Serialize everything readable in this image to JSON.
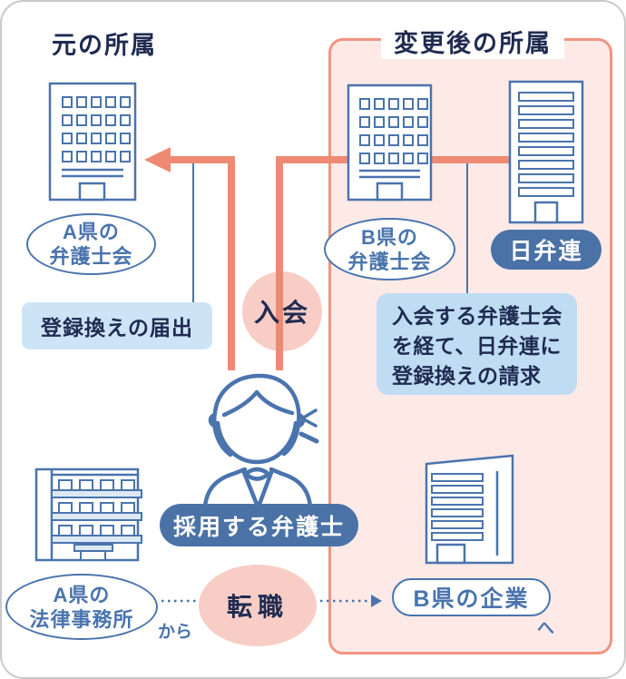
{
  "card": {
    "headings": {
      "original": "元の所属",
      "after": "変更後の所属"
    },
    "left": {
      "a_bar_label": {
        "line1": "A県の",
        "line2": "弁護士会"
      },
      "notification_box": "登録換えの届出",
      "a_office_label": {
        "line1": "A県の",
        "line2": "法律事務所"
      },
      "from_suffix": "から"
    },
    "center": {
      "join_badge": "入会",
      "lawyer_badge": "採用する弁護士",
      "job_change_badge": "転職"
    },
    "right": {
      "b_bar_label": {
        "line1": "B県の",
        "line2": "弁護士会"
      },
      "nichibenren_badge": "日弁連",
      "request_box": {
        "line1": "入会する弁護士会",
        "line2": "を経て、日弁連に",
        "line3": "登録換えの請求"
      },
      "b_company_label": "B県の企業",
      "to_suffix": "へ"
    },
    "colors": {
      "navy_text": "#1f2b50",
      "blue_outline": "#4a74ad",
      "steel_badge_fill": "#4a72a6",
      "salmon_arrow": "#ee8a74",
      "panel_border": "#f2947f",
      "panel_fill": "#fdeae7",
      "pink_badge_fill": "#f8cdc6",
      "light_blue_box": "#cde4f7",
      "light_blue_box_2": "#bfdcf3"
    },
    "icons": [
      "office-building-a-icon",
      "office-building-b-icon",
      "nichibenren-building-icon",
      "law-office-building-icon",
      "company-building-icon",
      "lawyer-person-icon",
      "arrow-left-icon",
      "arrow-right-path-icon",
      "dotted-arrow-icon",
      "speech-marks-icon"
    ]
  }
}
